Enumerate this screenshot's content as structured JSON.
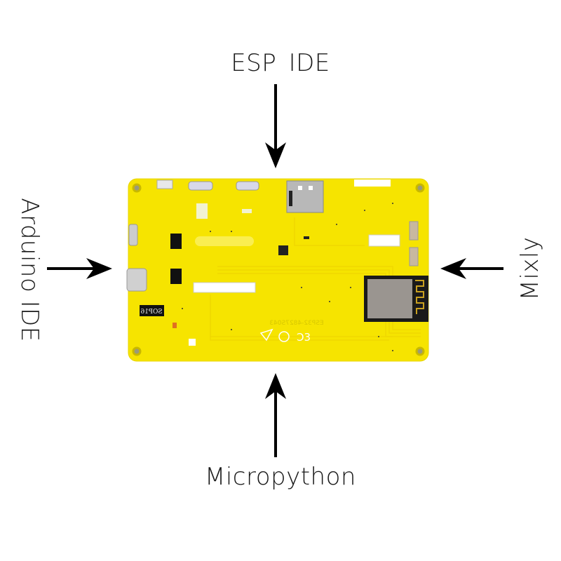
{
  "labels": {
    "top": "ESP IDE",
    "left": "Arduino IDE",
    "right": "Mixly",
    "bottom": "Micropython"
  },
  "board": {
    "model_text": "ESP32-4827S043",
    "chip_text": "SOP16",
    "color": "#f6e400"
  }
}
